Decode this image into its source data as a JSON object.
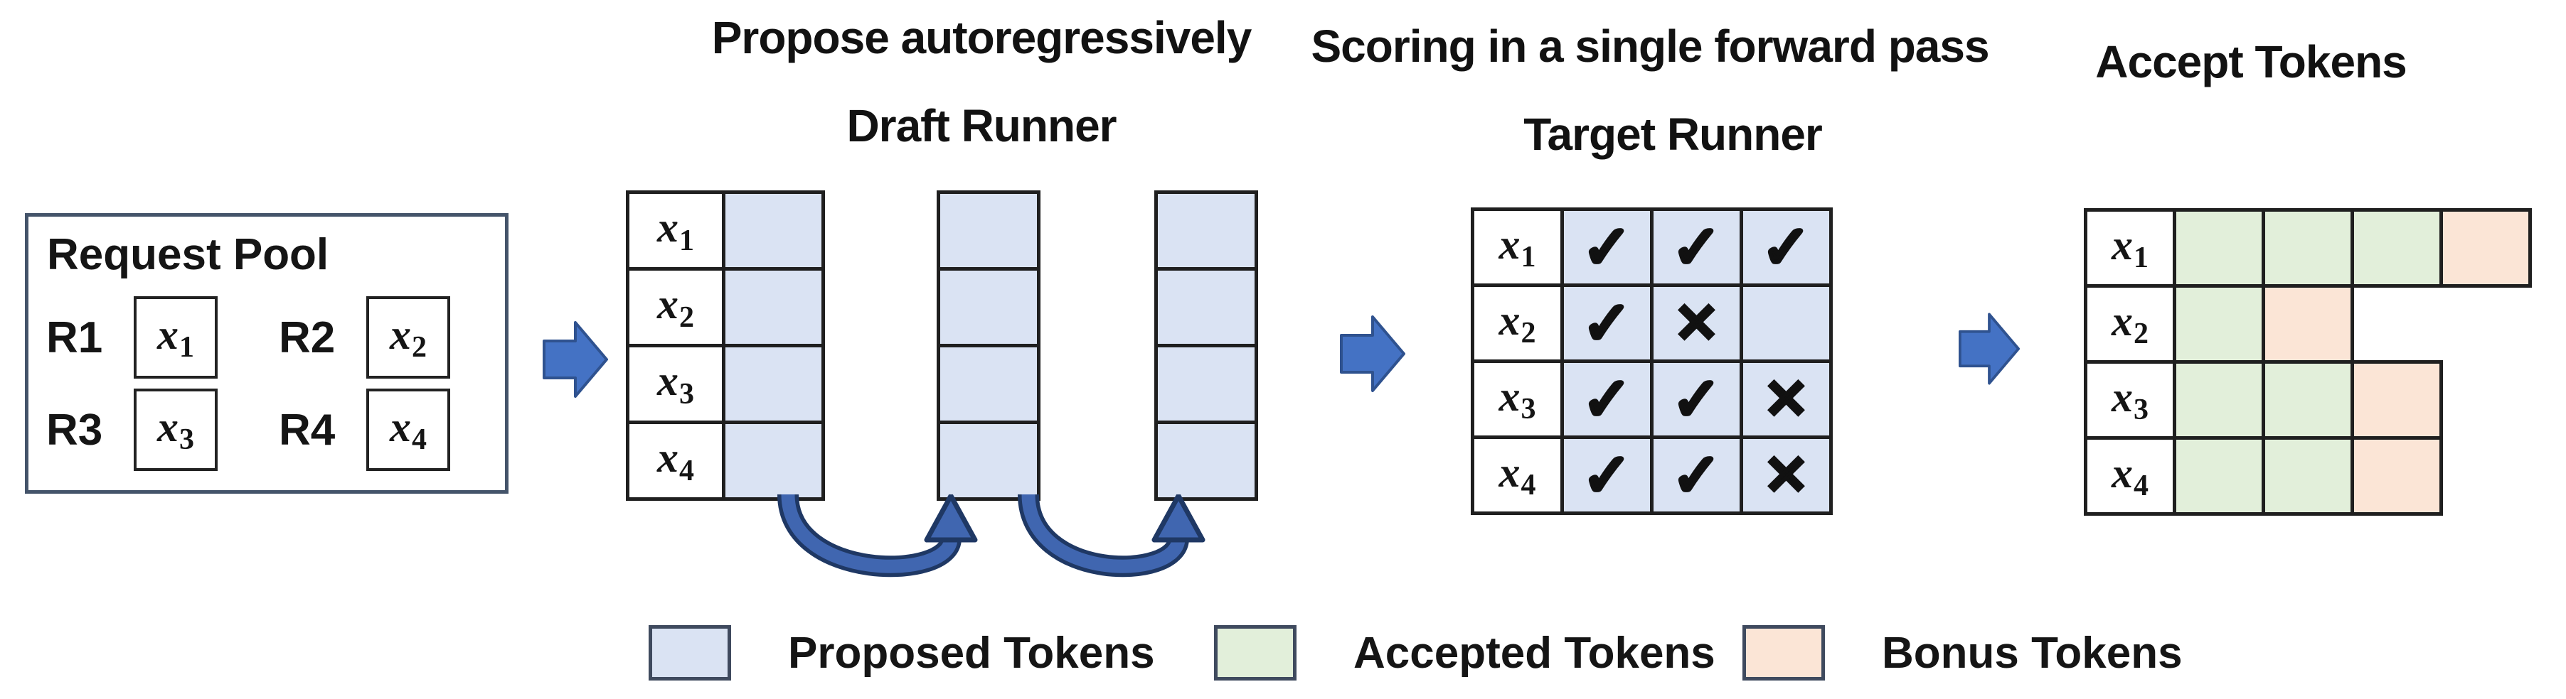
{
  "headings": {
    "propose": "Propose autoregressively",
    "draft_runner": "Draft Runner",
    "scoring": "Scoring in a single forward pass",
    "target_runner": "Target Runner",
    "accept": "Accept Tokens"
  },
  "request_pool": {
    "title": "Request Pool",
    "requests": [
      {
        "id": "R1",
        "base": "x",
        "sub": "1"
      },
      {
        "id": "R2",
        "base": "x",
        "sub": "2"
      },
      {
        "id": "R3",
        "base": "x",
        "sub": "3"
      },
      {
        "id": "R4",
        "base": "x",
        "sub": "4"
      }
    ]
  },
  "draft_runner": {
    "row_labels": [
      {
        "base": "x",
        "sub": "1"
      },
      {
        "base": "x",
        "sub": "2"
      },
      {
        "base": "x",
        "sub": "3"
      },
      {
        "base": "x",
        "sub": "4"
      }
    ],
    "proposal_steps": 3,
    "rows": 4
  },
  "target_runner": {
    "row_labels": [
      {
        "base": "x",
        "sub": "1"
      },
      {
        "base": "x",
        "sub": "2"
      },
      {
        "base": "x",
        "sub": "3"
      },
      {
        "base": "x",
        "sub": "4"
      }
    ],
    "marks": [
      [
        "check",
        "check",
        "check"
      ],
      [
        "check",
        "cross",
        "blank"
      ],
      [
        "check",
        "check",
        "cross"
      ],
      [
        "check",
        "check",
        "cross"
      ]
    ]
  },
  "accept_tokens": {
    "row_labels": [
      {
        "base": "x",
        "sub": "1"
      },
      {
        "base": "x",
        "sub": "2"
      },
      {
        "base": "x",
        "sub": "3"
      },
      {
        "base": "x",
        "sub": "4"
      }
    ],
    "rows": [
      [
        "accepted",
        "accepted",
        "accepted",
        "bonus"
      ],
      [
        "accepted",
        "bonus"
      ],
      [
        "accepted",
        "accepted",
        "bonus"
      ],
      [
        "accepted",
        "accepted",
        "bonus"
      ]
    ]
  },
  "legend": [
    {
      "name": "proposed",
      "label": "Proposed Tokens",
      "color": "#dae3f3"
    },
    {
      "name": "accepted",
      "label": "Accepted Tokens",
      "color": "#e2efda"
    },
    {
      "name": "bonus",
      "label": "Bonus Tokens",
      "color": "#fbe5d6"
    }
  ],
  "colors": {
    "proposed_fill": "#dae3f3",
    "accepted_fill": "#e2efda",
    "bonus_fill": "#fbe5d6",
    "grid_border": "#1f1f1f",
    "pool_border": "#44546a",
    "flow_arrow_fill": "#4472c4",
    "flow_arrow_outline": "#2f528f",
    "loop_arrow_fill": "#4066b0",
    "loop_arrow_outline": "#1f3864",
    "mark_color": "#111111"
  },
  "icons": {
    "flow_arrow": "block-arrow-right-icon",
    "loop_arrow": "u-turn-up-arrow-icon",
    "check": "✓",
    "cross": "✕",
    "blank": ""
  }
}
